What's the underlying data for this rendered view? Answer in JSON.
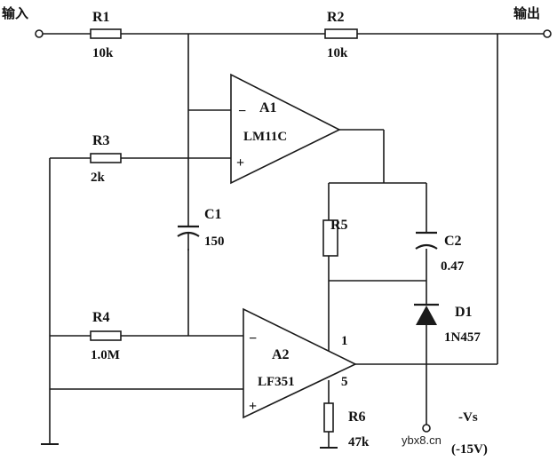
{
  "labels": {
    "input": "输入",
    "output": "输出",
    "r1": "R1",
    "r1_val": "10k",
    "r2": "R2",
    "r2_val": "10k",
    "r3": "R3",
    "r3_val": "2k",
    "r4": "R4",
    "r4_val": "1.0M",
    "r5": "R5",
    "r6": "R6",
    "r6_val": "47k",
    "c1": "C1",
    "c1_val": "150",
    "c2": "C2",
    "c2_val": "0.47",
    "a1": "A1",
    "a1_part": "LM11C",
    "a2": "A2",
    "a2_part": "LF351",
    "d1": "D1",
    "d1_part": "1N457",
    "pin1": "1",
    "pin5": "5",
    "minus": "−",
    "plus": "+",
    "vs": "-Vs",
    "vs_val": "(-15V)",
    "watermark": "ybx8.cn"
  }
}
